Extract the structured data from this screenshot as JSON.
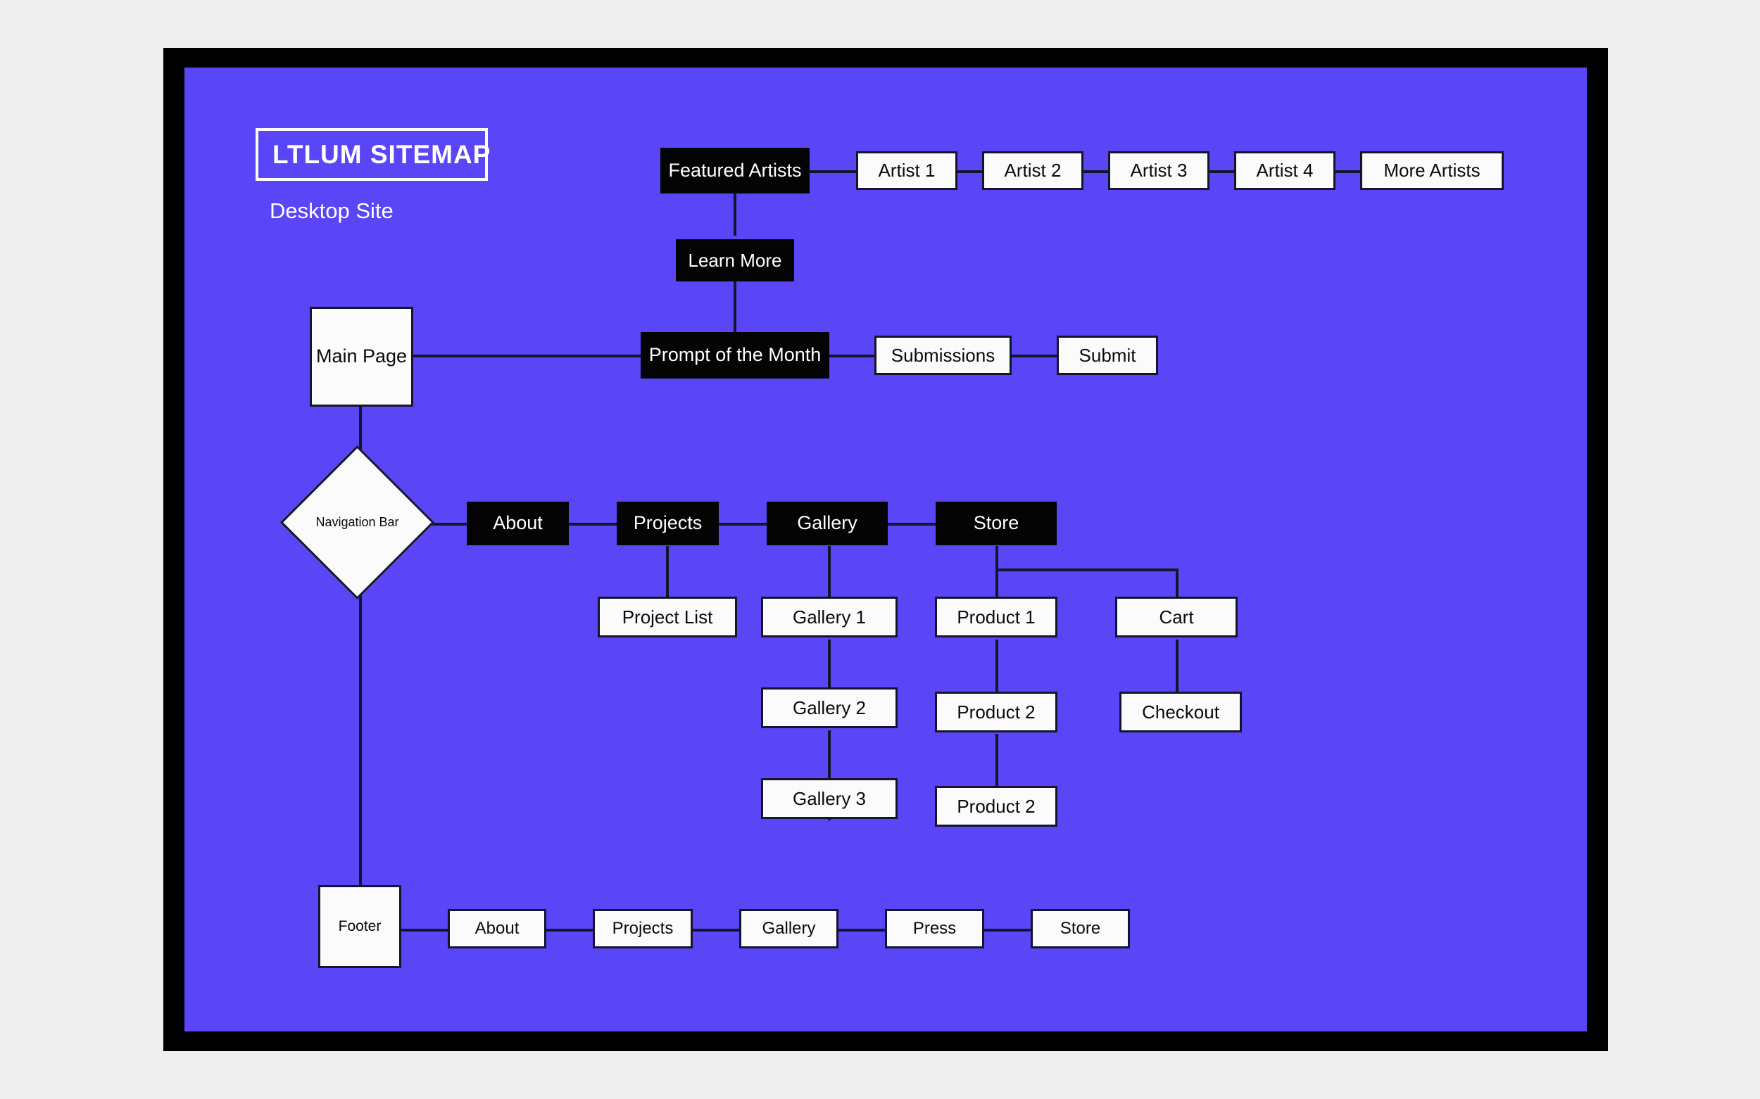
{
  "page": {
    "background_color": "#efeff0",
    "frame_color": "#000000",
    "canvas_color": "#5b46f7"
  },
  "header": {
    "title": "LTLUM SITEMAP",
    "subtitle": "Desktop Site"
  },
  "colors": {
    "accent_blue": "#5b46f7",
    "node_black": "#040404",
    "node_white": "#fbfbfb",
    "line": "#14142b",
    "text_on_black": "#ffffff",
    "text_on_white": "#0a0a0a"
  },
  "nodes": {
    "featured_artists": "Featured Artists",
    "artist_1": "Artist 1",
    "artist_2": "Artist 2",
    "artist_3": "Artist 3",
    "artist_4": "Artist 4",
    "more_artists": "More Artists",
    "learn_more": "Learn More",
    "main_page": "Main Page",
    "prompt_of_the_month": "Prompt of the Month",
    "submissions": "Submissions",
    "submit": "Submit",
    "navigation_bar": "Navigation Bar",
    "about": "About",
    "projects": "Projects",
    "gallery": "Gallery",
    "store": "Store",
    "project_list": "Project List",
    "gallery_1": "Gallery 1",
    "gallery_2": "Gallery 2",
    "gallery_3": "Gallery 3",
    "product_1": "Product 1",
    "product_2": "Product 2",
    "product_2_b": "Product 2",
    "cart": "Cart",
    "checkout": "Checkout",
    "footer": "Footer",
    "footer_about": "About",
    "footer_projects": "Projects",
    "footer_gallery": "Gallery",
    "footer_press": "Press",
    "footer_store": "Store"
  }
}
